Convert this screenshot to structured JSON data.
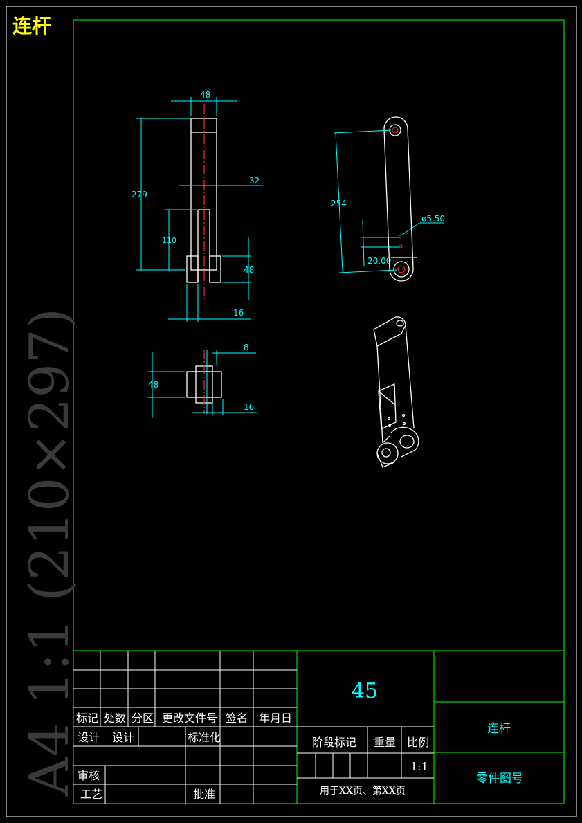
{
  "drawing_title": "连杆",
  "sheet_label": "A4  1:1  (210×297)",
  "dimensions": {
    "front_width": "48",
    "front_height": "279",
    "slot_width": "32",
    "slot_depth": "110",
    "fork_height": "48",
    "fork_thickness": "16",
    "iso_center_distance": "254",
    "iso_hole": "ø5,50",
    "iso_offset": "20,00",
    "top_thickness": "8",
    "top_height": "48",
    "top_width": "16"
  },
  "title_block": {
    "material": "45",
    "part_name": "连杆",
    "drawing_number": "零件图号",
    "headers": [
      "标记",
      "处数",
      "分区",
      "更改文件号",
      "签名",
      "年月日"
    ],
    "design_label": "设计",
    "design_value": "设计",
    "standardization": "标准化",
    "review": "审核",
    "process": "工艺",
    "approve": "批准",
    "stage_mark": "阶段标记",
    "weight": "重量",
    "scale_label": "比例",
    "scale_value": "1:1",
    "sheet_info": "用于XX页、第XX页"
  },
  "colors": {
    "frame": "#00ff00",
    "outline": "#ffffff",
    "dimension": "#00ffff",
    "centerline": "#ff2a2a",
    "title": "#ffff00"
  }
}
